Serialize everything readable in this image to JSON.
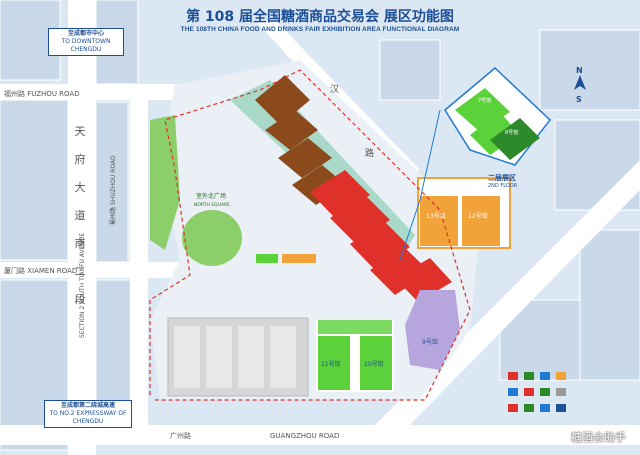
{
  "title": {
    "cn": "第 108 届全国糖酒商品交易会  展区功能图",
    "en": "THE 108TH CHINA FOOD AND DRINKS FAIR  EXHIBITION AREA FUNCTIONAL DIAGRAM"
  },
  "colors": {
    "road": "#ffffff",
    "background": "#dbe7f2",
    "block": "#c9d9e9",
    "brown": "#8a4a1c",
    "red": "#e0302a",
    "orange": "#f1a33a",
    "green_light": "#5bd13a",
    "green_dark": "#2d8a2a",
    "purple": "#b6a6dd",
    "gray_hall": "#d6d6d6",
    "park": "#8ccf6a",
    "title_blue": "#1d4f95"
  },
  "roads": {
    "fuzhou": "福州路  FUZHOU ROAD",
    "tianfu": "天府大道南二段",
    "section2": "SECTION 2 SOUTH TIANFU AVENUE",
    "shuzhou": "蜀州路 SHUZHOU ROAD",
    "xiamen": "厦门路  XIAMEN ROAD",
    "guangzhou_cn": "广州路",
    "guangzhou_en": "GUANGZHOU ROAD",
    "han": "汉",
    "han_lu": "路"
  },
  "boxes": {
    "downtown_cn": "至成都市中心",
    "downtown_en": "TO DOWNTOWN CHENGDU",
    "expressway_cn": "至成都第二绕城高速",
    "expressway_en": "TO NO.2 EXPRESSWAY OF CHENGDU"
  },
  "areas": {
    "north_square_cn": "室外北广场",
    "north_square_en": "NORTH SQUARE",
    "second_floor_cn": "二层展区",
    "second_floor_en": "2ND FLOOR",
    "hall13": "13号馆",
    "hall12": "12号馆",
    "hall11": "11号馆",
    "hall10": "10号馆",
    "hall9": "9号馆",
    "hall7": "7号馆",
    "hall8": "8号馆"
  },
  "compass": {
    "n": "N",
    "s": "S"
  },
  "watermark": "糖酒会助手"
}
